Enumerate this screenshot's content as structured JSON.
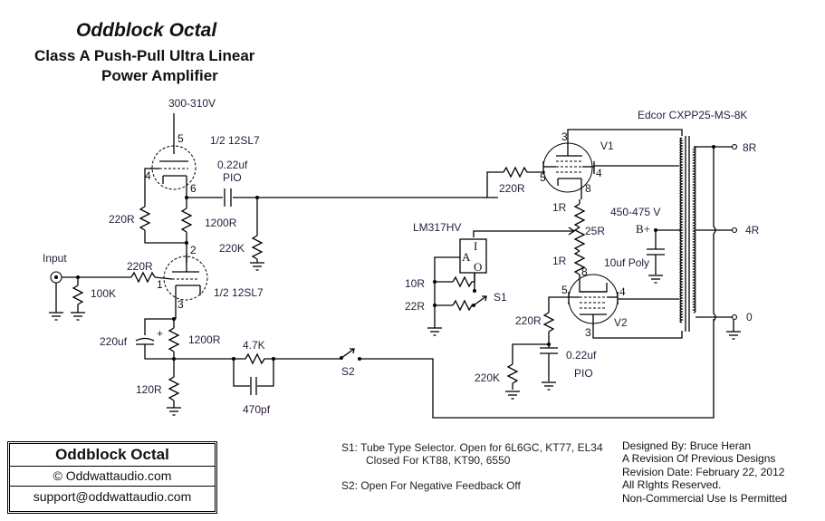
{
  "title": {
    "main": "Oddblock Octal",
    "line2": "Class A Push-Pull Ultra Linear",
    "line3": "Power Amplifier"
  },
  "labels": {
    "supply_driver": "300-310V",
    "tube_upper": "1/2 12SL7",
    "tube_lower": "1/2 12SL7",
    "coupling_cap": "0.22uf",
    "coupling_cap_type": "PIO",
    "r_grid_upper": "220R",
    "r_plate": "1200R",
    "r_grid_leak_v1": "220K",
    "input": "Input",
    "r_input_grid": "220R",
    "r_input_shunt": "100K",
    "c_cathode": "220uf",
    "c_cathode_polarity": "+",
    "r_cathode": "1200R",
    "r_cathode_fb": "120R",
    "r_feedback": "4.7K",
    "c_feedback": "470pf",
    "switch_s2": "S2",
    "r_v1_grid": "220R",
    "v1": "V1",
    "v2": "V2",
    "regulator": "LM317HV",
    "reg_pin_in": "I",
    "reg_pin_adj": "A",
    "reg_pin_out": "O",
    "r_10": "10R",
    "r_22": "22R",
    "switch_s1": "S1",
    "r_1r_top": "1R",
    "pot_25r": "25R",
    "r_1r_bottom": "1R",
    "r_v2_grid": "220R",
    "r_v2_leak": "220K",
    "c_v2": "0.22uf",
    "c_v2_type": "PIO",
    "transformer": "Edcor CXPP25-MS-8K",
    "bplus_voltage": "450-475 V",
    "bplus": "B+",
    "c_bplus": "10uf Poly",
    "tap_8r": "8R",
    "tap_4r": "4R",
    "tap_0": "0",
    "pins": {
      "u_5": "5",
      "u_4": "4",
      "u_6": "6",
      "l_2": "2",
      "l_1": "1",
      "l_3": "3",
      "v1_3": "3",
      "v1_5": "5",
      "v1_4": "4",
      "v1_8": "8",
      "v2_8": "8",
      "v2_5": "5",
      "v2_4": "4",
      "v2_3": "3"
    }
  },
  "title_block": {
    "name": "Oddblock Octal",
    "copyright": "© Oddwattaudio.com",
    "email": "support@oddwattaudio.com"
  },
  "notes": {
    "s1_line1": "S1:  Tube Type Selector.  Open for 6L6GC, KT77, EL34",
    "s1_line2": "Closed For KT88, KT90, 6550",
    "s2_line": "S2:  Open For Negative Feedback Off"
  },
  "credits": [
    "Designed By: Bruce Heran",
    "A Revision Of Previous Designs",
    "Revision Date: February 22, 2012",
    "All RIghts Reserved.",
    "Non-Commercial Use Is Permitted"
  ]
}
